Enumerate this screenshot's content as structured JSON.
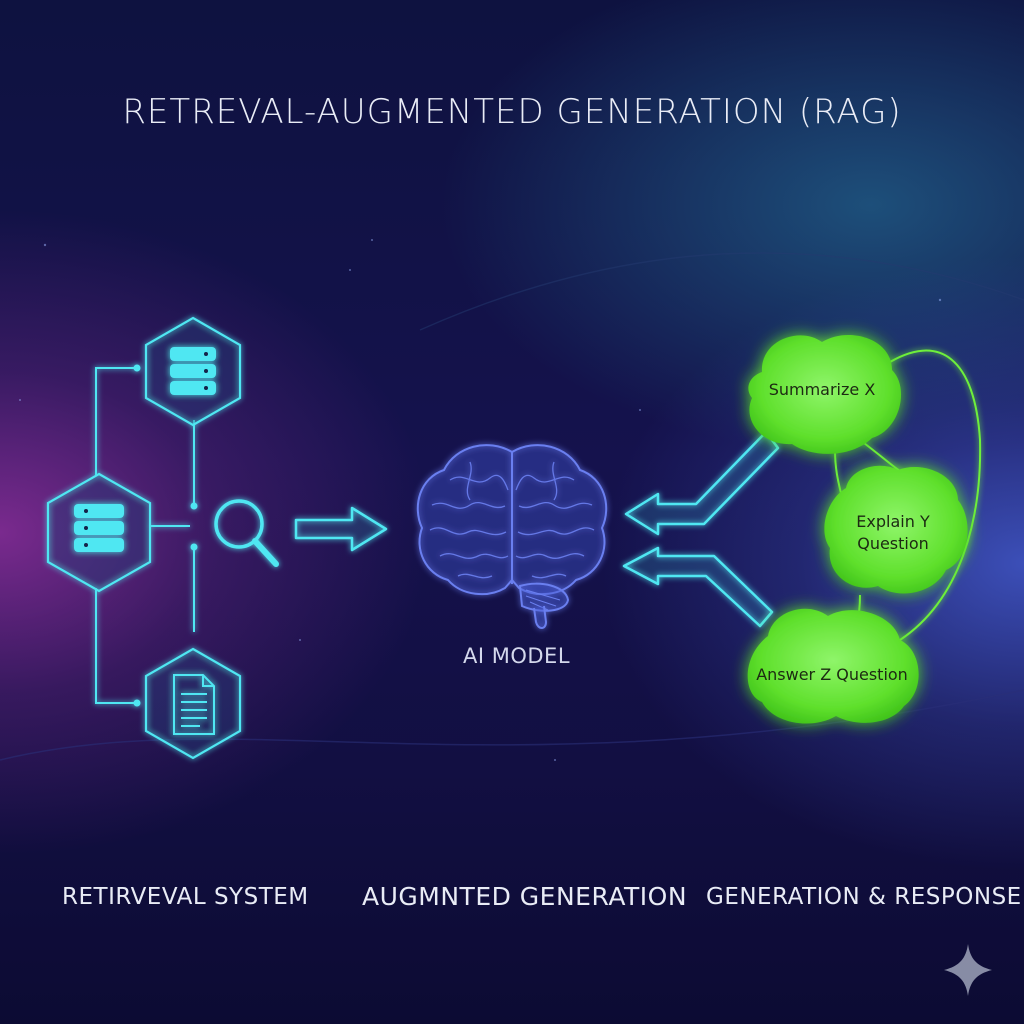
{
  "title": "RETREVAL-AUGMENTED GENERATION (RAG)",
  "sections": {
    "retrieval": "RETIRVEVAL SYSTEM",
    "augmented": "AUGMNTED GENERATION",
    "generation": "GENERATION & RESPONSE"
  },
  "model_label": "AI MODEL",
  "outputs": [
    {
      "line1": "Summarize X",
      "line2": ""
    },
    {
      "line1": "Explain Y",
      "line2": "Question"
    },
    {
      "line1": "Answer Z Question",
      "line2": ""
    }
  ],
  "icons": {
    "retrieval": [
      "database-icon",
      "database-icon",
      "document-icon",
      "magnifier-icon"
    ],
    "model": "brain-icon",
    "watermark": "sparkle-icon"
  },
  "colors": {
    "cyan": "#4fe7f2",
    "green": "#6ef03a",
    "brain": "#6a7ff0",
    "text": "#e9ecf6"
  }
}
